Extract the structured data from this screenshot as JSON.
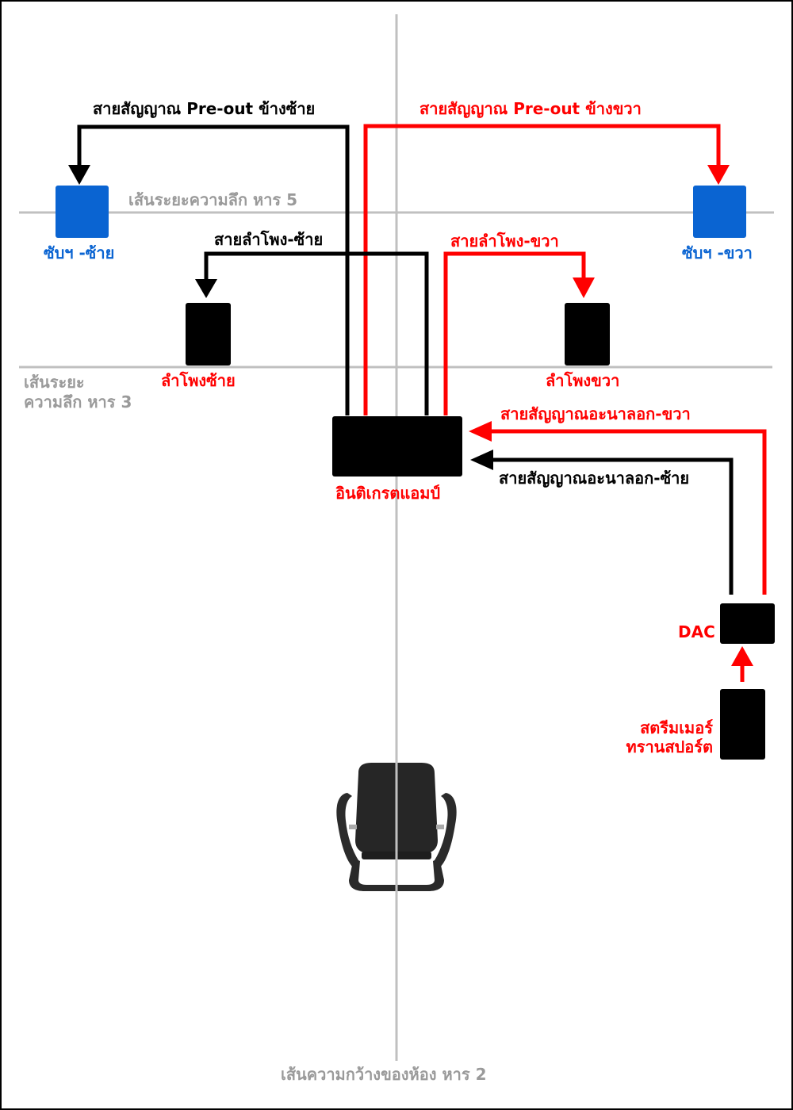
{
  "colors": {
    "black_cable": "#000000",
    "red_cable": "#ff0000",
    "subwoofer": "#0a64d2",
    "device": "#000000",
    "guide_line": "#c0c0c0",
    "guide_text": "#9a9a9a"
  },
  "labels": {
    "preout_left": "สายสัญญาณ Pre-out ข้างซ้าย",
    "preout_right": "สายสัญญาณ Pre-out ข้างขวา",
    "depth_line_5": "เส้นระยะความลึก หาร 5",
    "depth_line_3_line1": "เส้นระยะ",
    "depth_line_3_line2": "ความลึก หาร 3",
    "sub_left": "ซับฯ -ซ้าย",
    "sub_right": "ซับฯ -ขวา",
    "speaker_cable_left": "สายลำโพง-ซ้าย",
    "speaker_cable_right": "สายลำโพง-ขวา",
    "speaker_left": "ลำโพงซ้าย",
    "speaker_right": "ลำโพงขวา",
    "analog_right": "สายสัญญาณอะนาลอก-ขวา",
    "analog_left": "สายสัญญาณอะนาลอก-ซ้าย",
    "amp": "อินติเกรตแอมป์",
    "dac": "DAC",
    "streamer_line1": "สตรีมเมอร์",
    "streamer_line2": "ทรานสปอร์ต",
    "width_line": "เส้นความกว้างของห้อง หาร 2"
  }
}
